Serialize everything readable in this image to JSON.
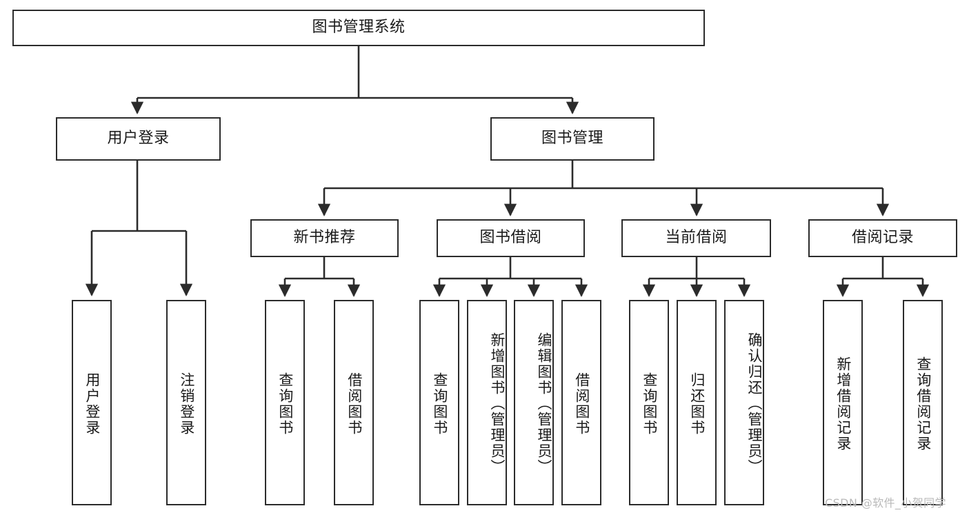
{
  "diagram": {
    "title_text": "图书管理系统",
    "type": "hierarchy-tree",
    "colors": {
      "box_border": "#2b2b2b",
      "box_fill": "#ffffff",
      "edge": "#2b2b2b",
      "text": "#1a1a1a",
      "watermark": "#b9b9b9",
      "background": "#ffffff"
    },
    "nodes": {
      "root": {
        "label": "图书管理系统"
      },
      "level2": [
        {
          "id": "user-login",
          "label": "用户登录"
        },
        {
          "id": "book-management",
          "label": "图书管理"
        }
      ],
      "level3": [
        {
          "id": "new-book-recommend",
          "label": "新书推荐"
        },
        {
          "id": "book-borrow",
          "label": "图书借阅"
        },
        {
          "id": "current-borrow",
          "label": "当前借阅"
        },
        {
          "id": "borrow-record",
          "label": "借阅记录"
        }
      ],
      "leaves": {
        "user_login": [
          {
            "id": "leaf-user-login",
            "label": "用户登录"
          },
          {
            "id": "leaf-user-logout",
            "label": "注销登录"
          }
        ],
        "new_book_recommend": [
          {
            "id": "leaf-query-book-1",
            "label": "查询图书"
          },
          {
            "id": "leaf-borrow-book-1",
            "label": "借阅图书"
          }
        ],
        "book_borrow": [
          {
            "id": "leaf-query-book-2",
            "label": "查询图书"
          },
          {
            "id": "leaf-add-book",
            "label": "新增图书（管理员）"
          },
          {
            "id": "leaf-edit-book",
            "label": "编辑图书（管理员）"
          },
          {
            "id": "leaf-borrow-book-2",
            "label": "借阅图书"
          }
        ],
        "current_borrow": [
          {
            "id": "leaf-query-book-3",
            "label": "查询图书"
          },
          {
            "id": "leaf-return-book",
            "label": "归还图书"
          },
          {
            "id": "leaf-confirm-return",
            "label": "确认归还（管理员）"
          }
        ],
        "borrow_record": [
          {
            "id": "leaf-add-record",
            "label": "新增借阅记录"
          },
          {
            "id": "leaf-query-record",
            "label": "查询借阅记录"
          }
        ]
      }
    },
    "watermark": "CSDN @软件_小贺同学"
  }
}
